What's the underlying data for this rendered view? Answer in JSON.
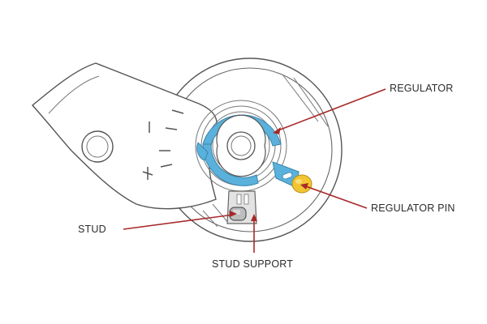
{
  "labels": {
    "regulator": "REGULATOR",
    "regulator_pin": "REGULATOR PIN",
    "stud": "STUD",
    "stud_support": "STUD SUPPORT"
  },
  "colors": {
    "regulator_blue": "#5ab1dc",
    "pin_yellow": "#f2c533",
    "leader_red": "#a82828",
    "outline_gray": "#555555",
    "stud_gray": "#bdbdbd"
  },
  "marks": [
    "–",
    "–",
    "|",
    "–",
    "–",
    "+"
  ]
}
